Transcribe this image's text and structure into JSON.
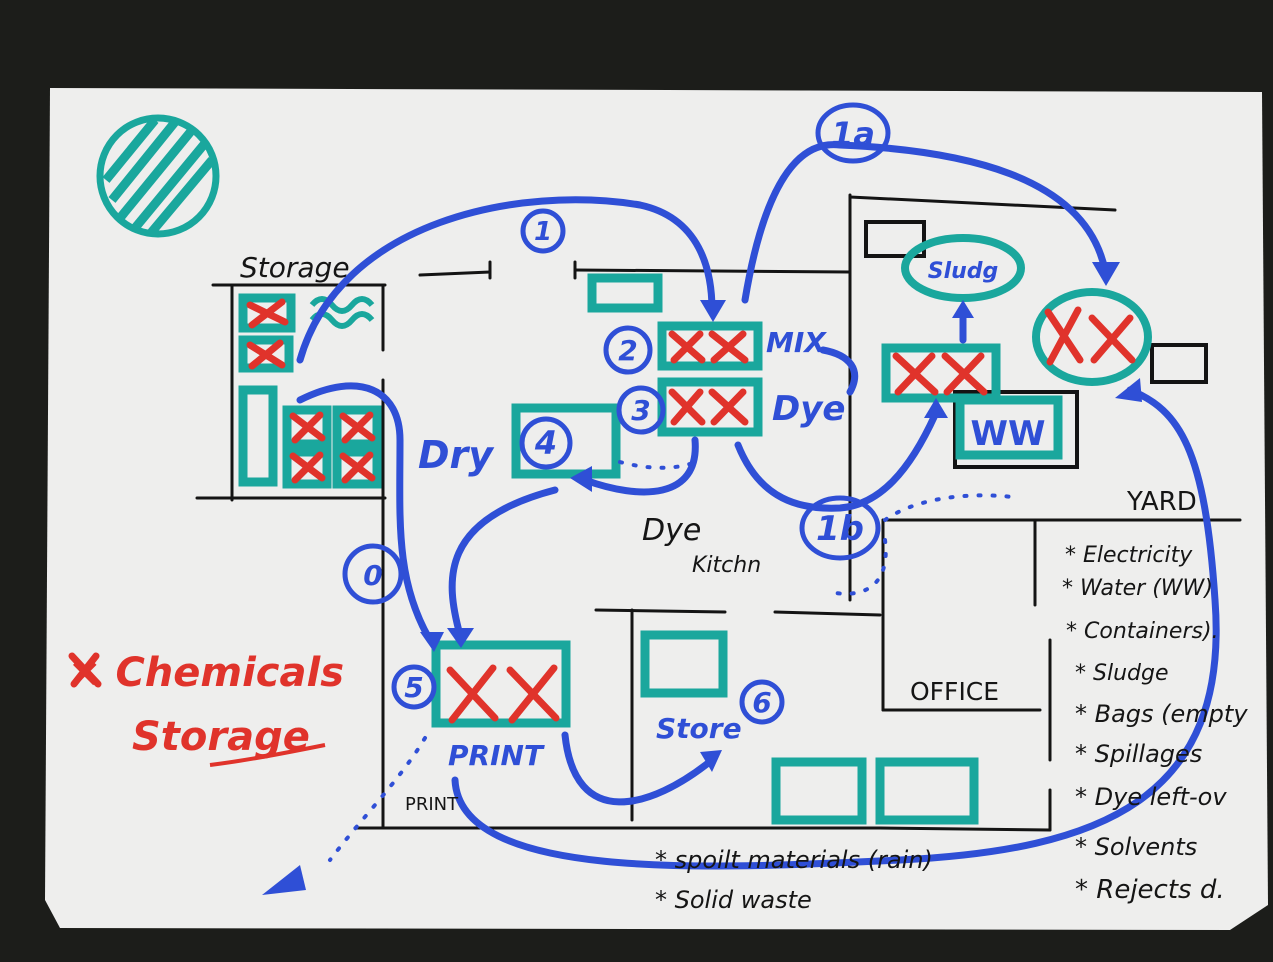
{
  "labels": {
    "storage": "Storage",
    "mix": "MIX",
    "dye": "Dye",
    "dry": "Dry",
    "dye_kitchen_1": "Dye",
    "dye_kitchen_2": "Kitchn",
    "study": "Sludg",
    "ww": "WW",
    "yard": "YARD",
    "office": "OFFICE",
    "print": "PRINT",
    "print_room": "PRINT",
    "store": "Store"
  },
  "numbers": {
    "n1": "1",
    "n1a": "1a",
    "n1b": "1b",
    "n2": "2",
    "n3": "3",
    "n4": "4",
    "n5": "5",
    "n6": "6",
    "n0": "0"
  },
  "legend": {
    "line1": "× Chemicals",
    "line2": "Storage"
  },
  "notes_right": [
    "* Electricity",
    "* Water (WW)",
    "* Containers).",
    "* Sludge",
    "* Bags (empty",
    "* Spillages",
    "* Dye left-ov",
    "* Solvents",
    "* Rejects d."
  ],
  "notes_bottom": [
    "* spoilt materials (rain)",
    "* Solid waste"
  ],
  "colors": {
    "blue": "#2f4fd6",
    "teal": "#1aa79d",
    "red": "#e0332b",
    "paper": "#eeeeee"
  }
}
